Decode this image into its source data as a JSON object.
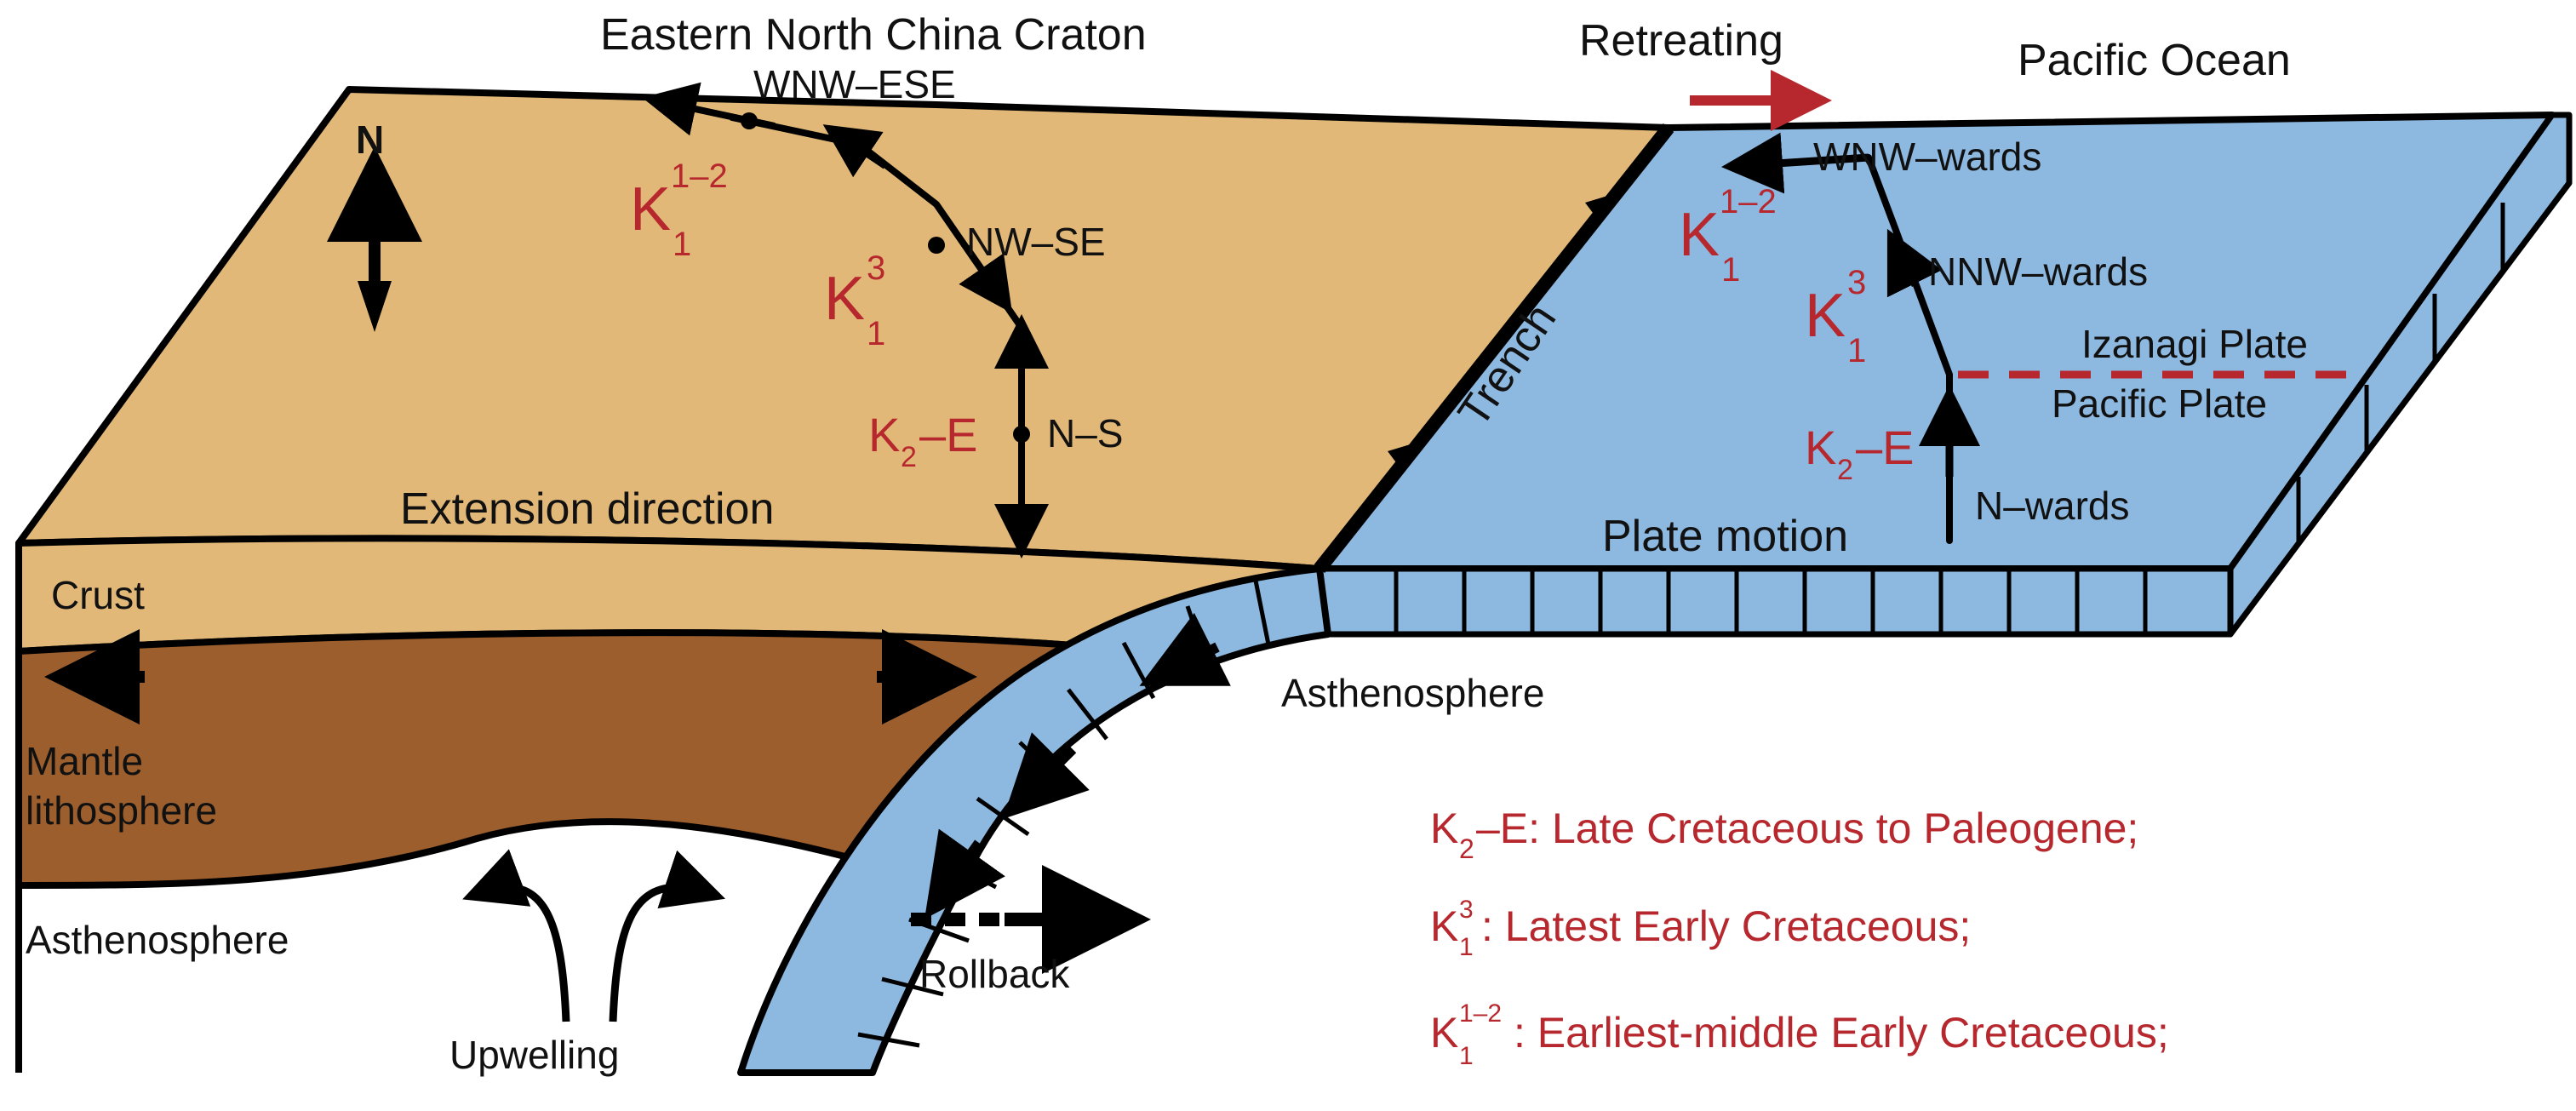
{
  "labels": {
    "craton": "Eastern North China Craton",
    "retreating": "Retreating",
    "pacific_ocean": "Pacific Ocean",
    "north": "N",
    "trench": "Trench",
    "crust": "Crust",
    "mantle_lithosphere_line1": "Mantle",
    "mantle_lithosphere_line2": "lithosphere",
    "asthenosphere_left": "Asthenosphere",
    "asthenosphere_right": "Asthenosphere",
    "upwelling": "Upwelling",
    "rollback": "Rollback",
    "extension_direction": "Extension direction",
    "plate_motion": "Plate motion",
    "izanagi_plate": "Izanagi Plate",
    "pacific_plate": "Pacific Plate"
  },
  "extension": {
    "wnw_ese": "WNW–ESE",
    "nw_se": "NW–SE",
    "n_s": "N–S"
  },
  "plate_motion_dirs": {
    "wnw": "WNW–wards",
    "nnw": "NNW–wards",
    "n": "N–wards"
  },
  "period_symbols": {
    "k1_12_base": "K",
    "k1_12_sup": "1–2",
    "k1_12_sub": "1",
    "k1_3_base": "K",
    "k1_3_sup": "3",
    "k1_3_sub": "1",
    "k2e_base": "K",
    "k2e_sub": "2",
    "k2e_tail": "–E"
  },
  "legend": {
    "item1_tail": "–E: Late Cretaceous to Paleogene;",
    "item2_tail": ": Latest Early Cretaceous;",
    "item3_tail": ": Earliest-middle Early Cretaceous;"
  },
  "colors": {
    "craton_surface": "#e2b878",
    "mantle_lithosphere": "#9b5e2c",
    "oceanic_plate": "#8db8e0",
    "period_red": "#b7282e"
  }
}
